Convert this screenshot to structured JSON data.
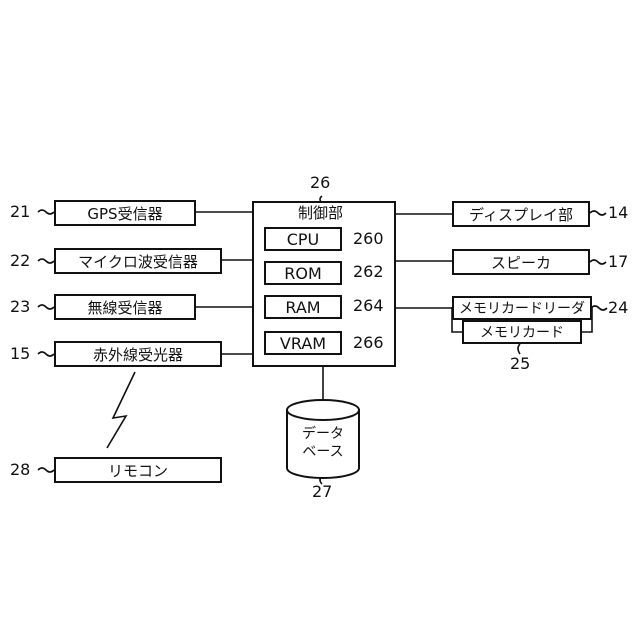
{
  "left_devices": [
    {
      "ref": "21",
      "label": "GPS受信器"
    },
    {
      "ref": "22",
      "label": "マイクロ波受信器"
    },
    {
      "ref": "23",
      "label": "無線受信器"
    },
    {
      "ref": "15",
      "label": "赤外線受光器"
    }
  ],
  "remote": {
    "ref": "28",
    "label": "リモコン"
  },
  "controller": {
    "ref": "26",
    "title": "制御部",
    "units": [
      {
        "label": "CPU",
        "ref": "260"
      },
      {
        "label": "ROM",
        "ref": "262"
      },
      {
        "label": "RAM",
        "ref": "264"
      },
      {
        "label": "VRAM",
        "ref": "266"
      }
    ]
  },
  "database": {
    "ref": "27",
    "line1": "データ",
    "line2": "ベース"
  },
  "right_devices": [
    {
      "ref": "14",
      "label": "ディスプレイ部"
    },
    {
      "ref": "17",
      "label": "スピーカ"
    },
    {
      "ref": "24",
      "label": "メモリカードリーダ"
    }
  ],
  "memory_card": {
    "ref": "25",
    "label": "メモリカード"
  }
}
